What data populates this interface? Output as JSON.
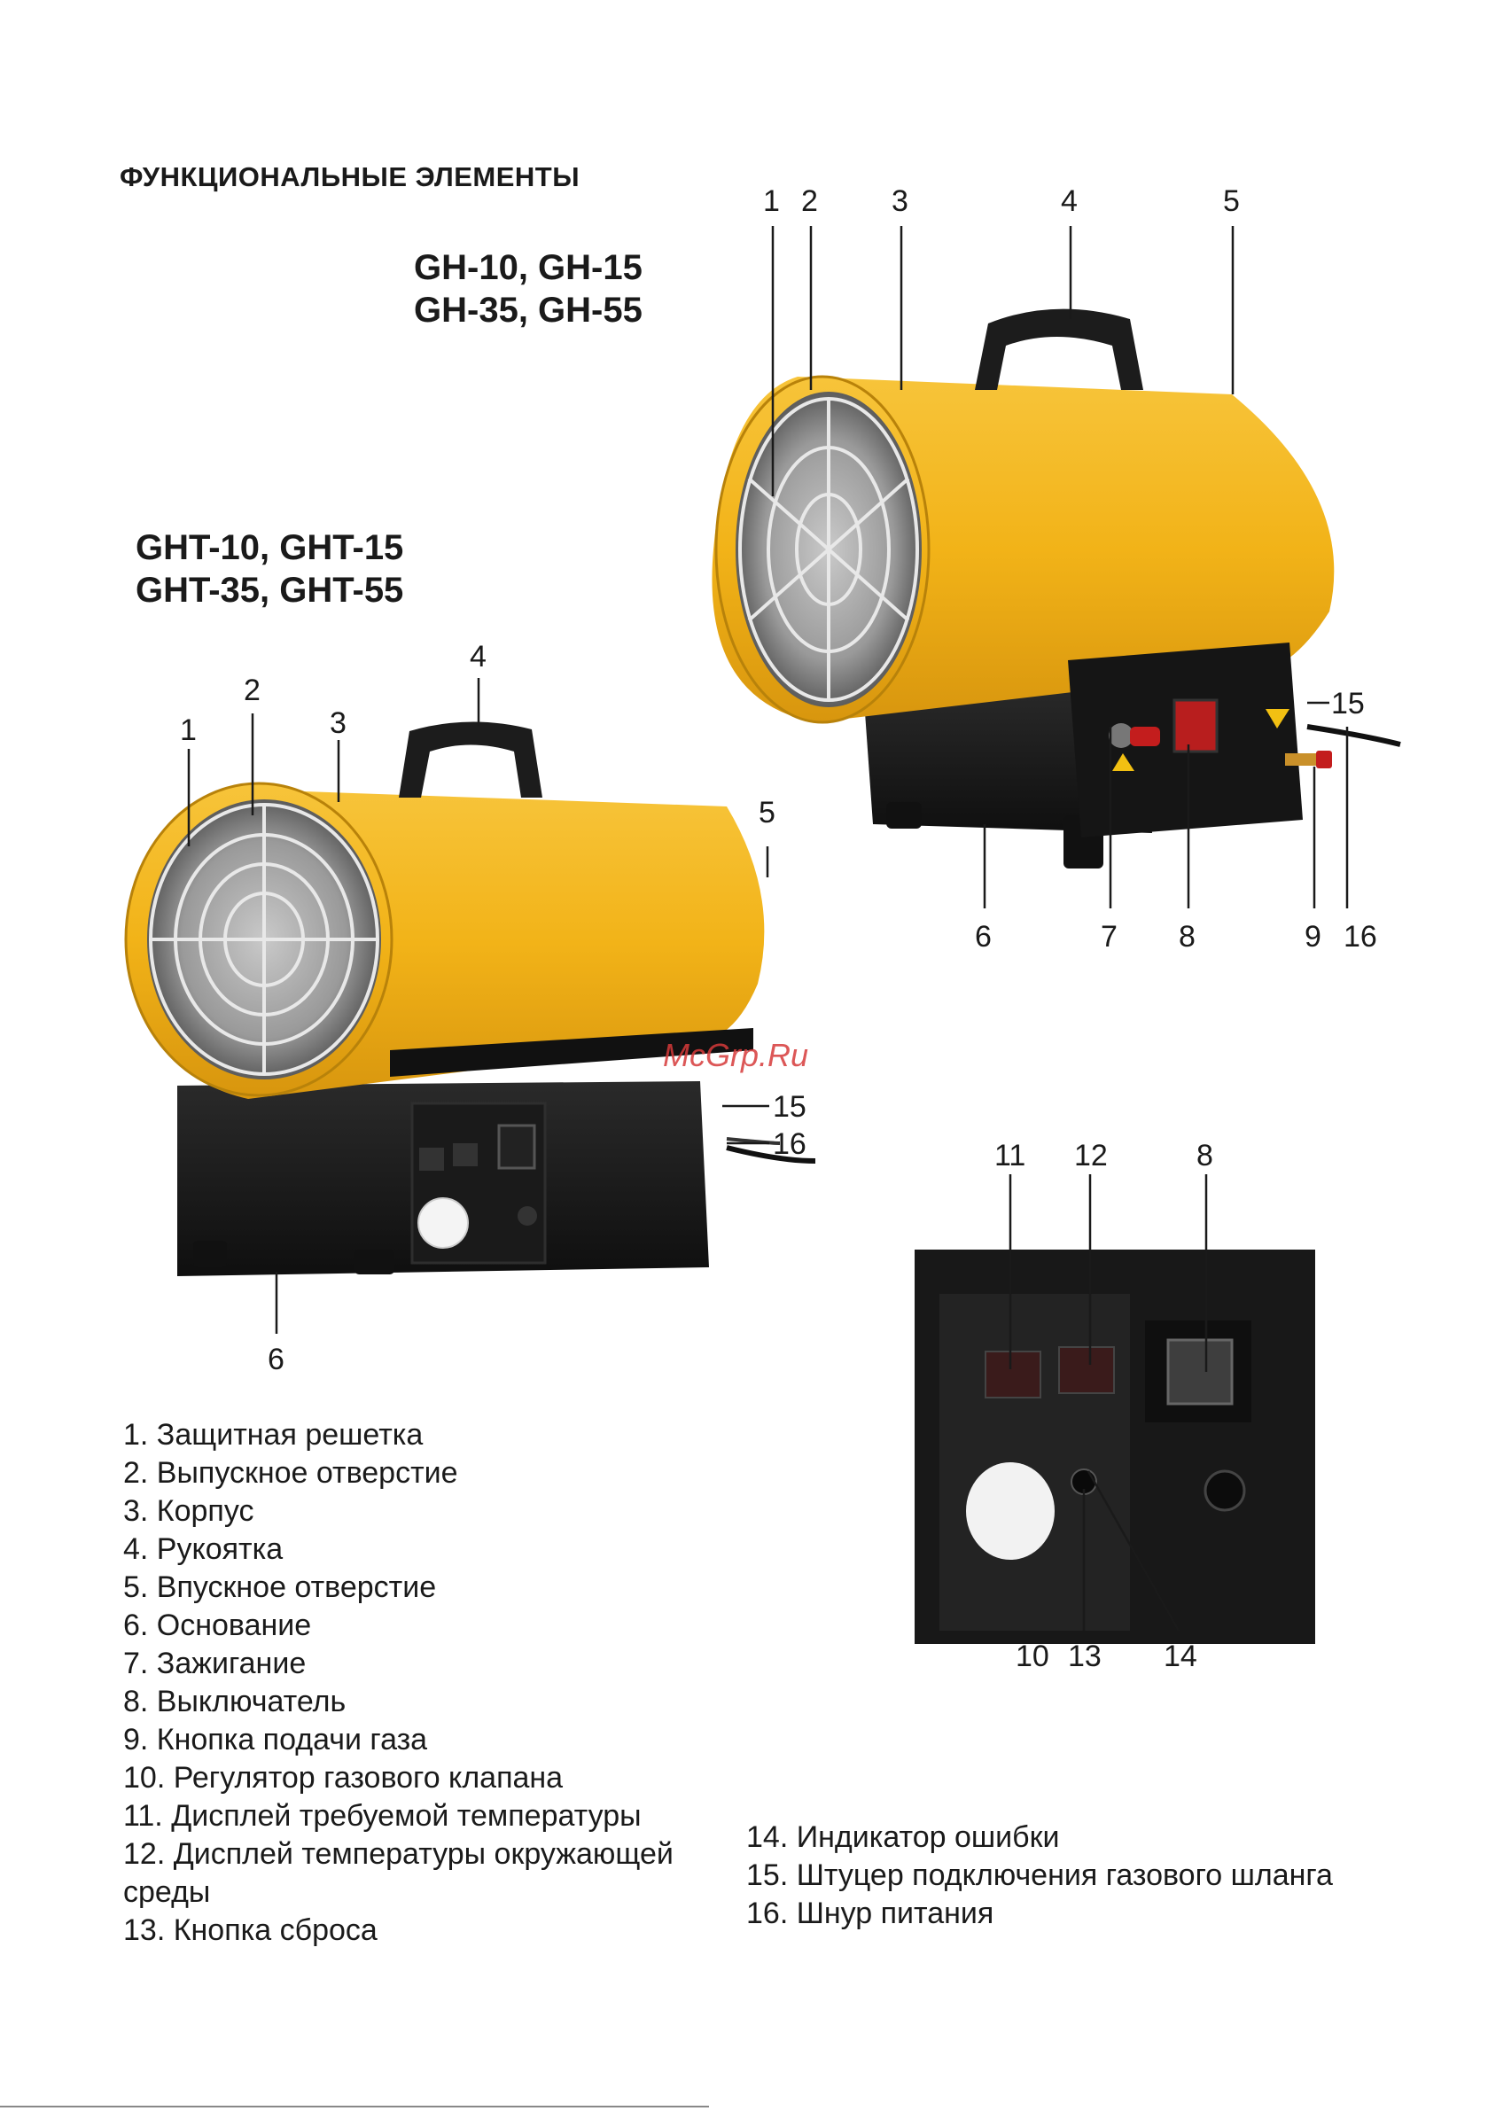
{
  "title": "ФУНКЦИОНАЛЬНЫЕ ЭЛЕМЕНТЫ",
  "models_gh": [
    "GH-10, GH-15",
    "GH-35, GH-55"
  ],
  "models_ght": [
    "GHT-10, GHT-15",
    "GHT-35, GHT-55"
  ],
  "watermark": "McGrp.Ru",
  "callouts_gh": [
    "1",
    "2",
    "3",
    "4",
    "5",
    "15",
    "6",
    "7",
    "8",
    "9",
    "16"
  ],
  "callouts_ght": [
    "1",
    "2",
    "3",
    "4",
    "5",
    "15",
    "16",
    "6"
  ],
  "callouts_panel": [
    "11",
    "12",
    "8",
    "10",
    "13",
    "14"
  ],
  "parts_left": [
    "1.  Защитная решетка",
    "2. Выпускное отверстие",
    "3. Корпус",
    "4. Рукоятка",
    "5. Впускное отверстие",
    "6. Основание",
    "7. Зажигание",
    "8. Выключатель",
    "9. Кнопка подачи газа",
    "10. Регулятор газового клапана",
    "11. Дисплей требуемой температуры",
    "12. Дисплей температуры окружающей",
    "среды",
    "13. Кнопка сброса"
  ],
  "parts_right": [
    "14. Индикатор ошибки",
    "15. Штуцер подключения газового шланга",
    "16. Шнур питания"
  ],
  "colors": {
    "body_yellow": "#f2b318",
    "base_black": "#1c1c1c",
    "watermark": "#d63a3a"
  }
}
